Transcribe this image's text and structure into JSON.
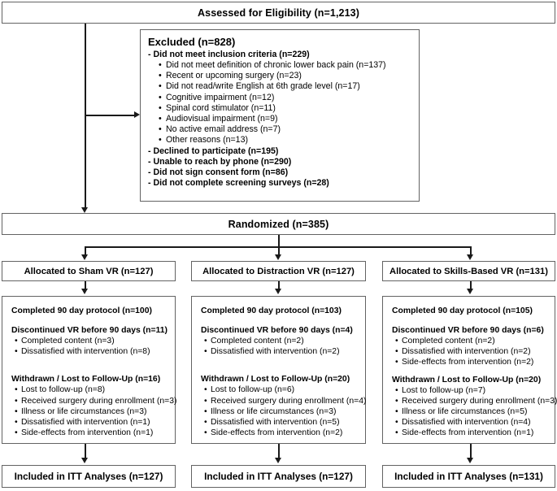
{
  "diagram": {
    "type": "consort-flow-diagram",
    "colors": {
      "box_border": "#636363",
      "connector": "#1a1a1a",
      "background": "#ffffff",
      "text": "#000000"
    },
    "assessed": {
      "label": "Assessed for Eligibility (n=1,213)"
    },
    "excluded": {
      "heading": "Excluded (n=828)",
      "groups": [
        {
          "label": "- Did not meet inclusion criteria (n=229)",
          "items": [
            "Did not meet definition of chronic lower back pain (n=137)",
            "Recent or upcoming surgery (n=23)",
            "Did not read/write English at 6th grade level (n=17)",
            "Cognitive impairment (n=12)",
            "Spinal cord stimulator (n=11)",
            "Audiovisual impairment (n=9)",
            "No active email address (n=7)",
            "Other reasons (n=13)"
          ]
        },
        {
          "label": "- Declined to participate (n=195)",
          "items": []
        },
        {
          "label": "- Unable to reach by phone (n=290)",
          "items": []
        },
        {
          "label": "- Did not sign consent form (n=86)",
          "items": []
        },
        {
          "label": "- Did not complete screening surveys (n=28)",
          "items": []
        }
      ]
    },
    "randomized": {
      "label": "Randomized (n=385)"
    },
    "arms": [
      {
        "allocation": "Allocated to Sham VR (n=127)",
        "completed": "Completed 90 day protocol (n=100)",
        "discontinued_heading": "Discontinued VR before 90 days (n=11)",
        "discontinued_items": [
          "Completed content (n=3)",
          "Dissatisfied with intervention (n=8)"
        ],
        "withdrawn_heading": "Withdrawn / Lost to Follow-Up (n=16)",
        "withdrawn_items": [
          "Lost to follow-up (n=8)",
          "Received surgery during enrollment (n=3)",
          "Illness or life circumstances (n=3)",
          "Dissatisfied with intervention (n=1)",
          "Side-effects from intervention (n=1)"
        ],
        "itt": "Included in ITT Analyses (n=127)"
      },
      {
        "allocation": "Allocated to Distraction VR (n=127)",
        "completed": "Completed 90 day protocol (n=103)",
        "discontinued_heading": "Discontinued VR before 90 days (n=4)",
        "discontinued_items": [
          "Completed content (n=2)",
          "Dissatisfied with intervention (n=2)"
        ],
        "withdrawn_heading": "Withdrawn / Lost to Follow-Up (n=20)",
        "withdrawn_items": [
          "Lost to follow-up (n=6)",
          "Received surgery during enrollment (n=4)",
          "Illness or life circumstances (n=3)",
          "Dissatisfied with intervention (n=5)",
          "Side-effects from intervention (n=2)"
        ],
        "itt": "Included in ITT Analyses (n=127)"
      },
      {
        "allocation": "Allocated to Skills-Based VR (n=131)",
        "completed": "Completed 90 day protocol (n=105)",
        "discontinued_heading": "Discontinued VR before 90 days (n=6)",
        "discontinued_items": [
          "Completed content (n=2)",
          "Dissatisfied with intervention (n=2)",
          "Side-effects from intervention (n=2)"
        ],
        "withdrawn_heading": "Withdrawn / Lost to Follow-Up (n=20)",
        "withdrawn_items": [
          "Lost to follow-up (n=7)",
          "Received surgery during enrollment (n=3)",
          "Illness or life circumstances (n=5)",
          "Dissatisfied with intervention (n=4)",
          "Side-effects from intervention (n=1)"
        ],
        "itt": "Included in ITT Analyses (n=131)"
      }
    ]
  }
}
